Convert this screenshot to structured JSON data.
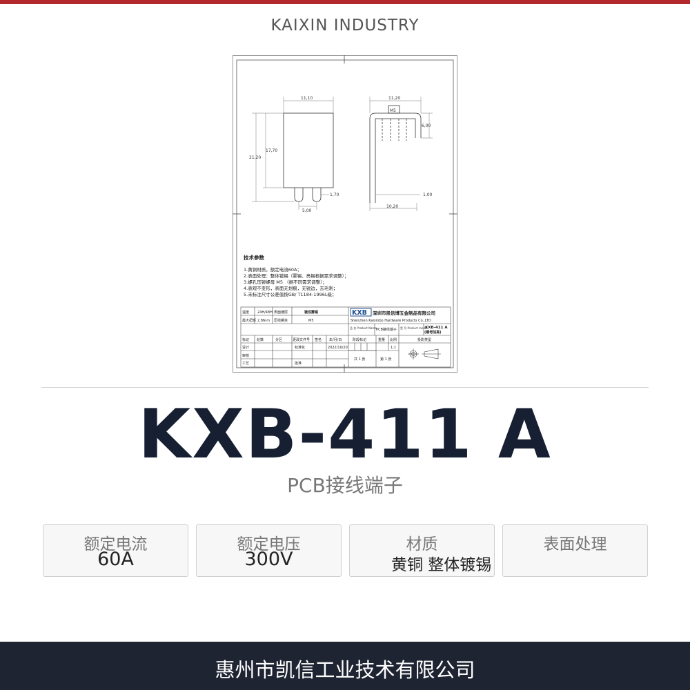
{
  "header": {
    "brand": "KAIXIN INDUSTRY",
    "accent_color": "#b3282d"
  },
  "drawing": {
    "dims": {
      "w_front": "11,10",
      "w_side": "11,20",
      "thread_label": "M5",
      "h_side": "6,00",
      "h_total": "21,20",
      "h_body": "17,70",
      "pin_w": "1,70",
      "pin_pitch": "5,00",
      "thickness": "1,00",
      "base_w": "10,20"
    },
    "tech_title": "技术参数",
    "tech_lines": [
      "1.黄铜材质，额定电流60A；",
      "2.表面处理：整体镀锡（雾锡、亮锡根据需求调整）；",
      "3.螺孔压铆螺母 M5 （据不同需求调整）；",
      "4.表观不变形，表面无划痕，无锐边，去毛刺；",
      "5.未标注尺寸公差值按GB/ T1184-1996L级；"
    ],
    "title_block": {
      "r1": [
        "温度",
        "24H/48H",
        "表面镀层",
        "镀成雾锡"
      ],
      "r2": [
        "最大扭矩",
        "2.8N·m",
        "压线螺丝",
        "M5"
      ],
      "logo": "KXB",
      "company_cn": "深圳市凯信博五金制品有限公司",
      "company_en": "Shenzhen Kaixinbo Hardware Products Co.,LTD",
      "product_name_label": "品 名\nProduct Name",
      "product_name": "PCB接线端子",
      "model_label": "型 号\nProduct model",
      "model": "KXB-411 A",
      "model_note": "(螺母加高)",
      "head_cells": [
        "标记",
        "处数",
        "分区",
        "更改文件号",
        "签名",
        "年/月/日",
        "阶段标记",
        "重量",
        "比例",
        "投影类型"
      ],
      "row_design": [
        "设计",
        "标准化",
        "2022/10/20"
      ],
      "scale": "1:1",
      "row_review": [
        "审核"
      ],
      "row_process": [
        "工艺",
        "批准"
      ],
      "sheets_total": "共 1 张",
      "sheet_no": "第 1 张"
    }
  },
  "product": {
    "model": "KXB-411 A",
    "subtitle": "PCB接线端子"
  },
  "specs": [
    {
      "label": "额定电流",
      "value": "60A"
    },
    {
      "label": "额定电压",
      "value": "300V"
    },
    {
      "label": "材质",
      "value": "黄铜 整体镀锡（亮锡/雾锡可选）"
    },
    {
      "label": "表面处理",
      "value": ""
    }
  ],
  "footer": {
    "company": "惠州市凯信工业技术有限公司"
  }
}
